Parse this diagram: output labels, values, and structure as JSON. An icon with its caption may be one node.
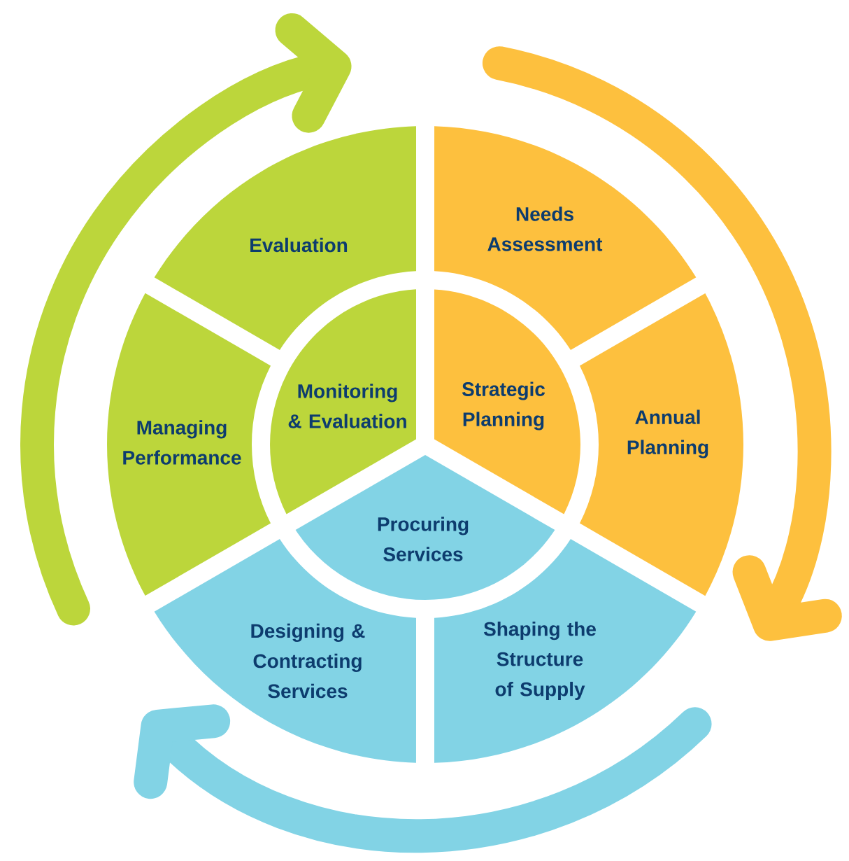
{
  "diagram": {
    "nodes": [
      {
        "text": [
          "Evaluation"
        ]
      },
      {
        "text": [
          "Needs Assessment"
        ]
      },
      {
        "text": [
          "Monitoring & Evaluation"
        ]
      },
      {
        "text": [
          "Strategic Planning"
        ]
      },
      {
        "text": [
          "Managing Performance"
        ]
      },
      {
        "text": [
          "Annual Planning"
        ]
      },
      {
        "text": [
          "Procuring Services"
        ]
      },
      {
        "text": [
          "Designing & Contracting Services"
        ]
      },
      {
        "text": [
          "Shaping the Structure of Supply"
        ]
      }
    ]
  }
}
